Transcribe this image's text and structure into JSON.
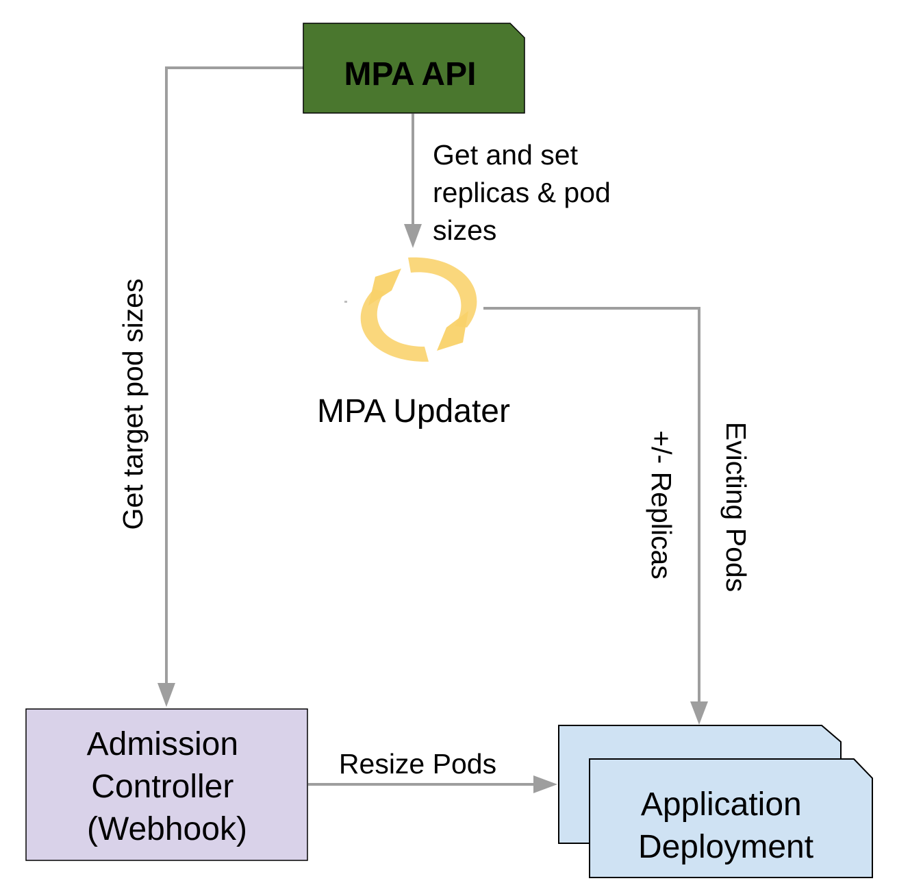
{
  "nodes": {
    "mpa_api": {
      "label": "MPA API",
      "fill": "#4a772e",
      "text_color": "#ffffff"
    },
    "mpa_updater": {
      "label": "MPA Updater",
      "icon": "refresh-cycle-icon",
      "icon_color": "#f9d26a"
    },
    "admission_controller": {
      "lines": [
        "Admission",
        "Controller",
        "(Webhook)"
      ],
      "fill": "#d9d2e9"
    },
    "application_deployment": {
      "lines": [
        "Application",
        "Deployment"
      ],
      "fill": "#cfe2f3"
    }
  },
  "edges": {
    "api_to_updater": {
      "lines": [
        "Get and set",
        "replicas & pod",
        "sizes"
      ]
    },
    "api_to_admission": {
      "label": "Get target pod sizes"
    },
    "updater_to_deployment": {
      "labels": [
        "+/- Replicas",
        "Evicting Pods"
      ]
    },
    "admission_to_deployment": {
      "label": "Resize Pods"
    }
  },
  "colors": {
    "arrow": "#9e9e9e",
    "outline": "#000000"
  }
}
